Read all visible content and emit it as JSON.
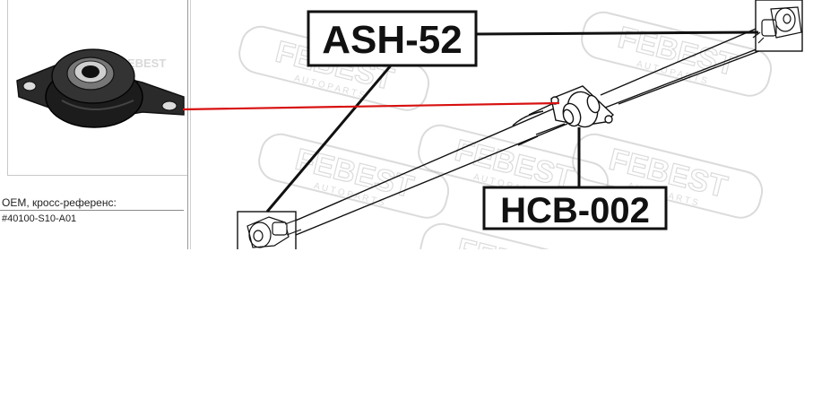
{
  "oem": {
    "label": "OEM, кросс-референс:",
    "number": "#40100-S10-A01"
  },
  "callouts": {
    "top": "ASH-52",
    "bottom": "HCB-002"
  },
  "watermark": {
    "brand": "FEBEST",
    "sub": "A U T O   P A R T S"
  },
  "colors": {
    "link_line": "#d81010",
    "watermark": "#9a9a9a",
    "ink": "#111111"
  }
}
